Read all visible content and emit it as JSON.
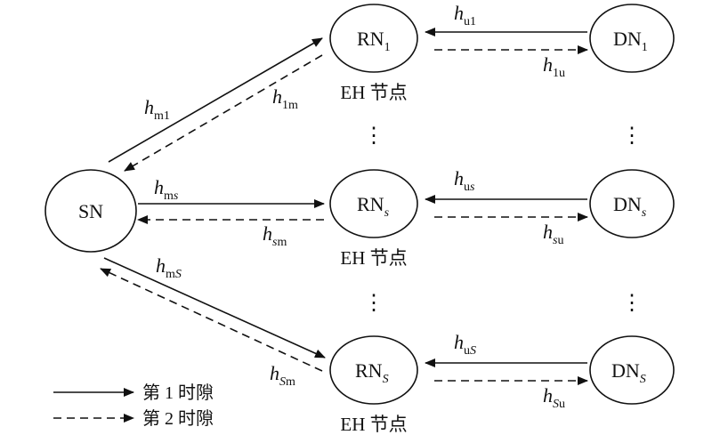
{
  "nodes": {
    "sn": "SN",
    "rn_main": "RN",
    "rn1_sub": "1",
    "rns_sub": "s",
    "rnS_sub": "S",
    "dn_main": "DN",
    "dn1_sub": "1",
    "dns_sub": "s",
    "dnS_sub": "S"
  },
  "captions": {
    "eh1": "EH 节点",
    "ehs": "EH 节点",
    "ehS": "EH 节点"
  },
  "channels": {
    "h": "h",
    "m1": "m1",
    "onem": "1m",
    "ms_m": "m",
    "ms_s": "s",
    "sm_s": "s",
    "sm_m": "m",
    "mS_m": "m",
    "mS_S": "S",
    "Sm_S": "S",
    "Sm_m": "m",
    "u1": "u1",
    "oneu": "1u",
    "us_u": "u",
    "us_s": "s",
    "su_s": "s",
    "su_u": "u",
    "uS_u": "u",
    "uS_S": "S",
    "Su_S": "S",
    "Su_u": "u"
  },
  "dots": "⋮",
  "legend": {
    "slot1": "第 1 时隙",
    "slot2": "第 2 时隙"
  }
}
